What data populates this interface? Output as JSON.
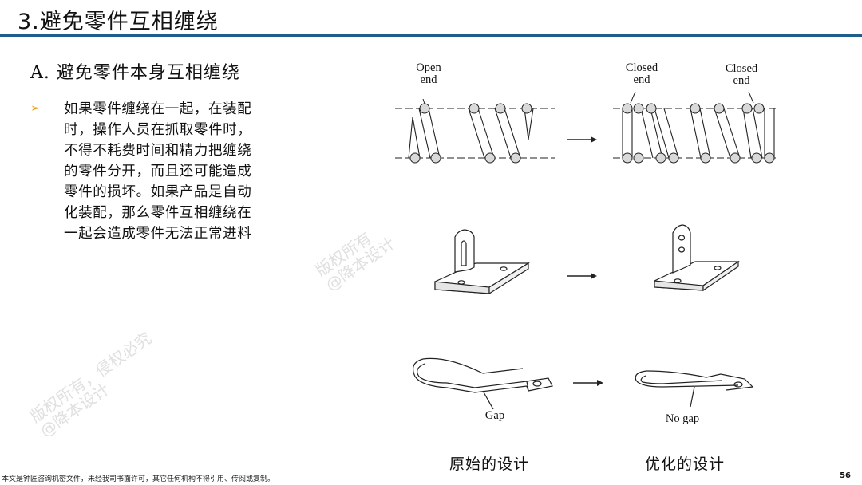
{
  "slide": {
    "title": "3.避免零件互相缠绕",
    "subtitle": "A.  避免零件本身互相缠绕",
    "bullet_marker": "➢",
    "paragraph_lines": [
      "如果零件缠绕在一起，在装配",
      "时，操作人员在抓取零件时，",
      "不得不耗费时间和精力把缠绕",
      "的零件分开，而且还可能造成",
      "零件的损坏。如果产品是自动",
      "化装配，那么零件互相缠绕在",
      "一起会造成零件无法正常进料"
    ],
    "footer": "本文是钟匠咨询机密文件，未经我司书面许可，其它任何机构不得引用、传阅或复制。",
    "page_number": "56"
  },
  "figure": {
    "spring_left_label_1": "Open",
    "spring_left_label_2": "end",
    "spring_right_label_a1": "Closed",
    "spring_right_label_a2": "end",
    "spring_right_label_b1": "Closed",
    "spring_right_label_b2": "end",
    "gap_label": "Gap",
    "nogap_label": "No gap",
    "caption_original": "原始的设计",
    "caption_optimized": "优化的设计"
  },
  "watermarks": {
    "line1": "版权所有",
    "line2": "@降本设计",
    "line3": "版权所有，侵权必究",
    "line4": "@降本设计"
  },
  "colors": {
    "title_rule": "#1f5e8c",
    "bullet": "#e89a1f",
    "coil_fill": "#d9d9d9"
  },
  "icons": {
    "bullet": "arrow-bullet-icon",
    "arrows": "right-arrow-icon"
  }
}
